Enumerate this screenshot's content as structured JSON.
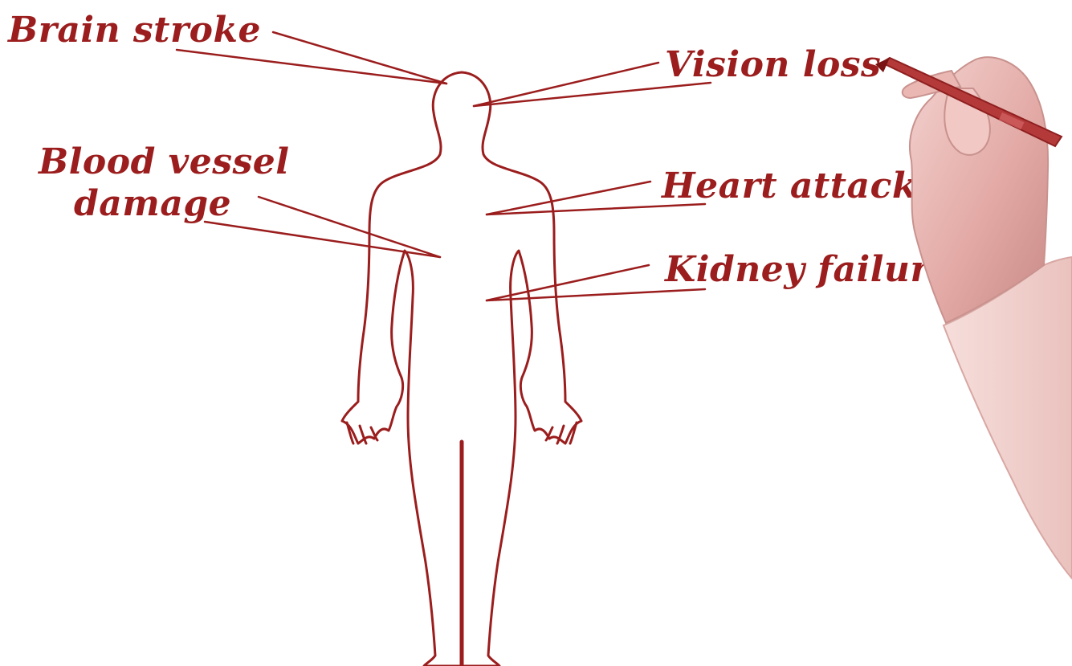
{
  "diagram": {
    "ink_color": "#9b1d1d",
    "labels": {
      "brain_stroke": "Brain stroke",
      "vision_loss": "Vision loss",
      "blood_vessel_line1": "Blood vessel",
      "blood_vessel_line2": "damage",
      "heart_attack": "Heart attack",
      "kidney_failure": "Kidney failure"
    },
    "illustration": {
      "figure": "human-body-outline",
      "hand": "hand-holding-marker"
    }
  }
}
